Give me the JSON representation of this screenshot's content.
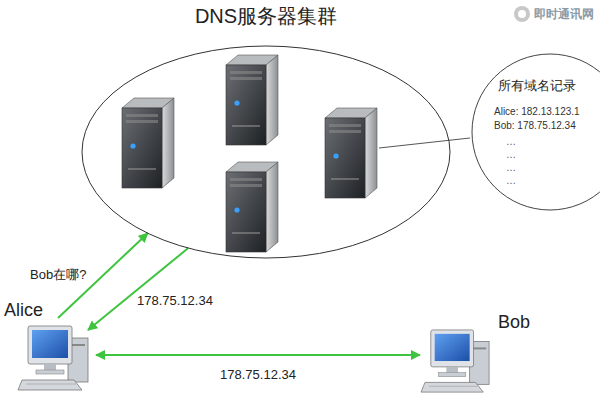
{
  "diagram": {
    "nodes": [
      {
        "text": [
          "DNS服务器集群"
        ]
      },
      {
        "text": [
          "所有域名记录",
          "Alice: 182.13.123.1",
          "Bob: 178.75.12.34",
          "…",
          "…",
          "…",
          "…"
        ]
      },
      {
        "text": [
          "Alice"
        ]
      },
      {
        "text": [
          "Bob"
        ]
      }
    ],
    "edges": [
      {
        "from": 2,
        "to": 0,
        "label": "Bob在哪?",
        "arrow": "to"
      },
      {
        "from": 0,
        "to": 2,
        "label": "178.75.12.34",
        "arrow": "to"
      },
      {
        "from": 2,
        "to": 3,
        "label": "178.75.12.34",
        "arrow": "both"
      }
    ],
    "labels": [
      "即时通讯网"
    ]
  }
}
